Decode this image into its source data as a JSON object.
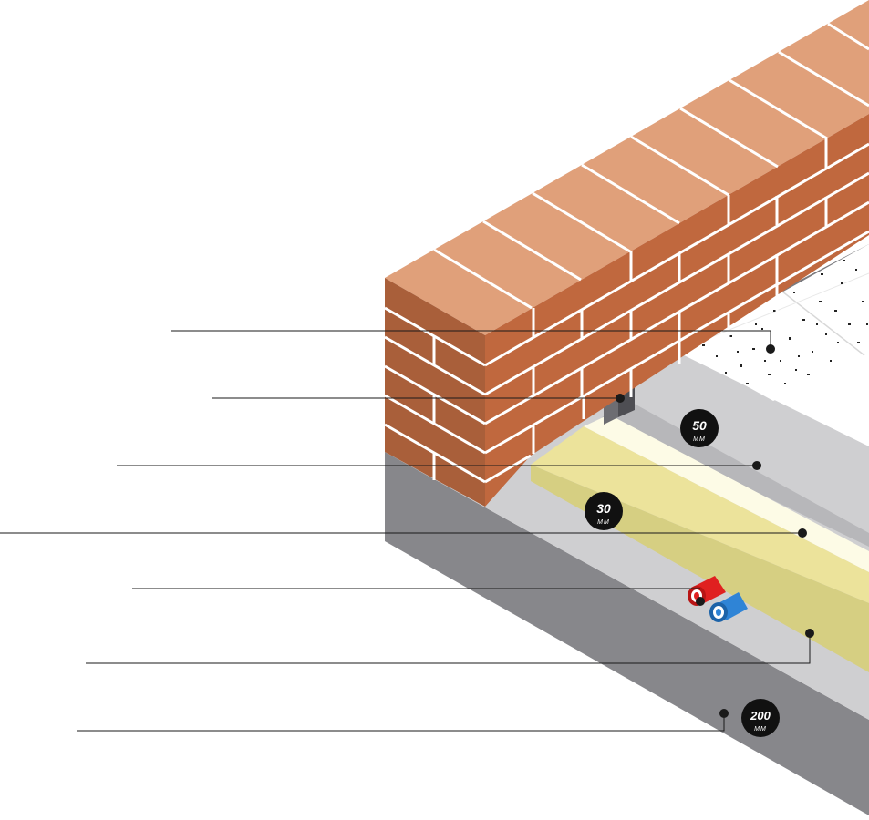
{
  "badges": {
    "thickness_50": {
      "value": "50",
      "unit": "MM"
    },
    "thickness_30": {
      "value": "30",
      "unit": "MM"
    },
    "thickness_200": {
      "value": "200",
      "unit": "MM"
    }
  },
  "colors": {
    "brick_top": "#e0a07a",
    "brick_side": "#c0683e",
    "brick_front": "#a95f3a",
    "mortar": "#ffffff",
    "concrete_top": "#cfcfd1",
    "concrete_side": "#87878b",
    "screed_top": "#fdfbe6",
    "insulation_yellow": "#ece39b",
    "insulation_side": "#d6cf82",
    "pipe_red": "#e02020",
    "pipe_blue": "#2f84d6",
    "leader_line": "#1a1a1a",
    "badge": "#111111"
  }
}
